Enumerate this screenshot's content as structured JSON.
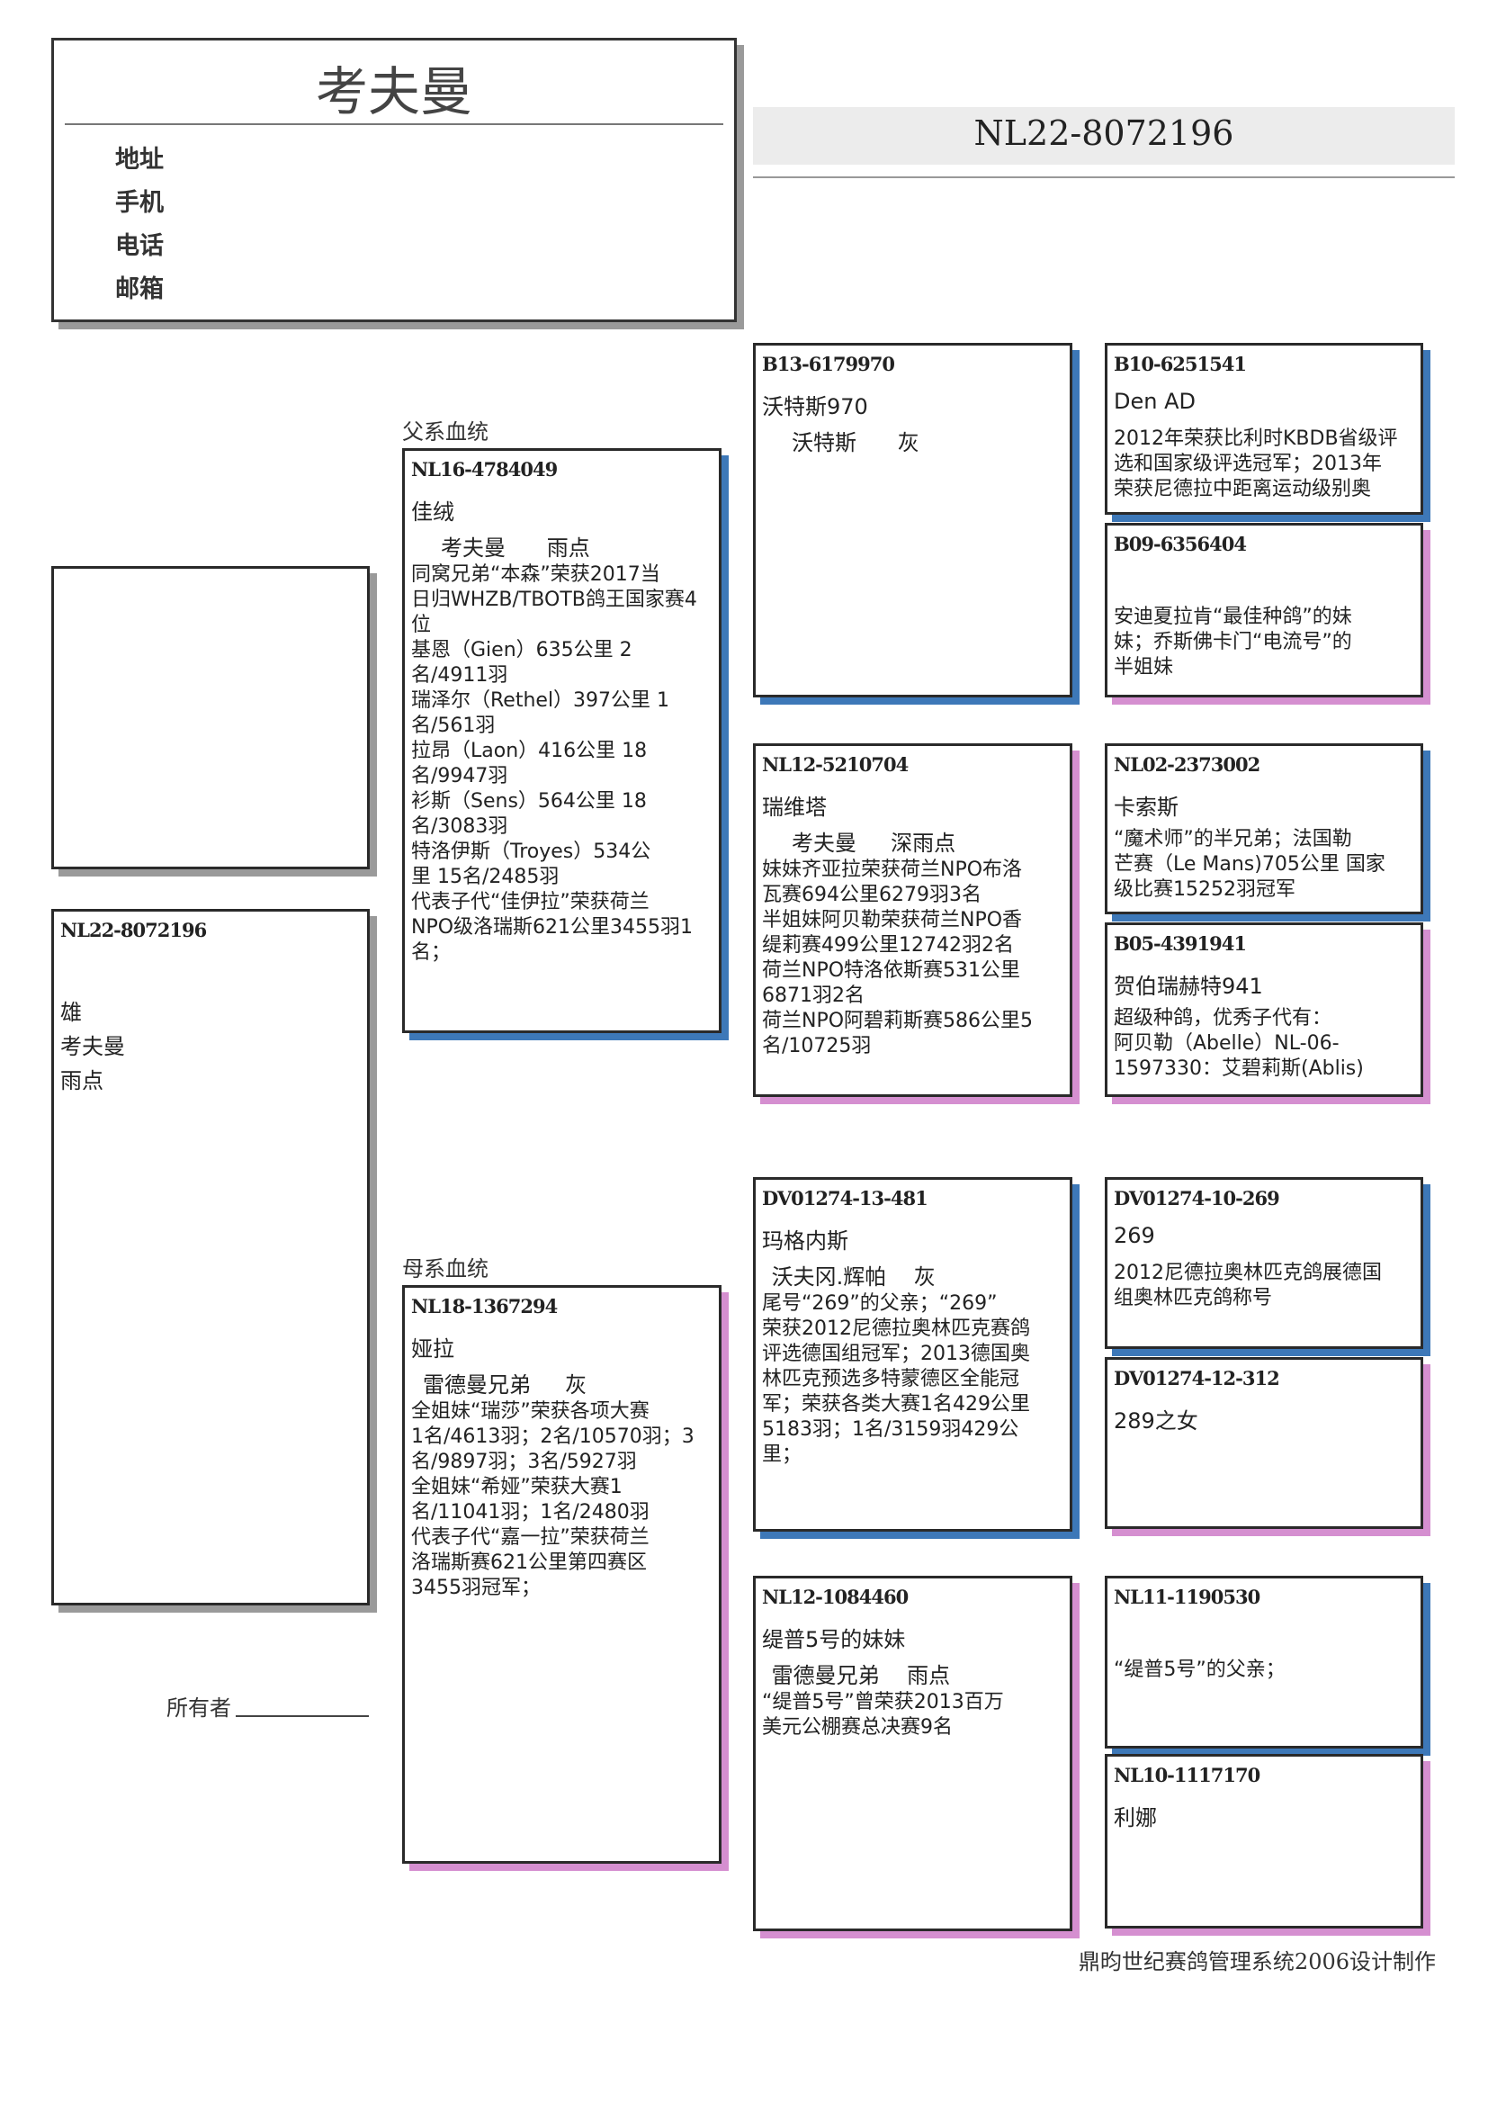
{
  "header": {
    "title": "考夫曼",
    "fields": [
      "地址",
      "手机",
      "电话",
      "邮箱"
    ]
  },
  "ring_banner": "NL22-8072196",
  "subject": {
    "ring": "NL22-8072196",
    "sex": "雄",
    "breeder": "考夫曼",
    "color": "雨点"
  },
  "owner_label": "所有者",
  "sire_label": "父系血统",
  "dam_label": "母系血统",
  "sire": {
    "ring": "NL16-4784049",
    "name": "佳绒",
    "breed": "考夫曼      雨点",
    "remarks": "同窝兄弟“本森”荣获2017当\n日归WHZB/TBOTB鸽王国家赛4\n位\n基恩（Gien）635公里   2\n名/4911羽\n瑞泽尔（Rethel）397公里  1\n名/561羽\n拉昂（Laon）416公里  18\n名/9947羽\n衫斯（Sens）564公里  18\n名/3083羽\n特洛伊斯（Troyes）534公\n里  15名/2485羽\n代表子代“佳伊拉”荣获荷兰\nNPO级洛瑞斯621公里3455羽1\n名；"
  },
  "dam": {
    "ring": "NL18-1367294",
    "name": "娅拉",
    "breed": "雷德曼兄弟     灰",
    "remarks": "全姐妹“瑞莎”荣获各项大赛\n1名/4613羽；2名/10570羽；3\n名/9897羽；3名/5927羽\n全姐妹“希娅”荣获大赛1\n名/11041羽；1名/2480羽\n代表子代“嘉一拉”荣获荷兰\n洛瑞斯赛621公里第四赛区\n3455羽冠军；"
  },
  "ss": {
    "ring": "B13-6179970",
    "name": "沃特斯970",
    "breed": "沃特斯      灰",
    "remarks": ""
  },
  "sd": {
    "ring": "NL12-5210704",
    "name": "瑞维塔",
    "breed": "考夫曼     深雨点",
    "remarks": "妹妹齐亚拉荣获荷兰NPO布洛\n瓦赛694公里6279羽3名\n半姐妹阿贝勒荣获荷兰NPO香\n缇莉赛499公里12742羽2名\n荷兰NPO特洛依斯赛531公里\n6871羽2名\n荷兰NPO阿碧莉斯赛586公里5\n名/10725羽"
  },
  "ds": {
    "ring": "DV01274-13-481",
    "name": "玛格内斯",
    "breed": " 沃夫冈.辉帕    灰",
    "remarks": "尾号“269”的父亲；“269”\n荣获2012尼德拉奥林匹克赛鸽\n评选德国组冠军；2013德国奥\n林匹克预选多特蒙德区全能冠\n军；荣获各类大赛1名429公里\n5183羽；1名/3159羽429公\n里；"
  },
  "dd": {
    "ring": "NL12-1084460",
    "name": "缇普5号的妹妹",
    "breed": " 雷德曼兄弟    雨点",
    "remarks": "“缇普5号”曾荣获2013百万\n美元公棚赛总决赛9名"
  },
  "sss": {
    "ring": "B10-6251541",
    "name": "Den AD",
    "remarks": "2012年荣获比利时KBDB省级评\n选和国家级评选冠军；2013年\n荣获尼德拉中距离运动级别奥"
  },
  "ssd": {
    "ring": "B09-6356404",
    "name": "",
    "remarks": "安迪夏拉肯“最佳种鸽”的妹\n妹；乔斯佛卡门“电流号”的\n半姐妹"
  },
  "sds": {
    "ring": "NL02-2373002",
    "name": "卡索斯",
    "remarks": "“魔术师”的半兄弟；法国勒\n芒赛（Le Mans)705公里 国家\n级比赛15252羽冠军"
  },
  "sdd": {
    "ring": "B05-4391941",
    "name": "贺伯瑞赫特941",
    "remarks": "超级种鸽，优秀子代有：\n阿贝勒（Abelle）NL-06-\n1597330：艾碧莉斯(Ablis)"
  },
  "dss": {
    "ring": "DV01274-10-269",
    "name": "269",
    "remarks": "2012尼德拉奥林匹克鸽展德国\n组奥林匹克鸽称号"
  },
  "dsd": {
    "ring": "DV01274-12-312",
    "name": "289之女",
    "remarks": ""
  },
  "dds": {
    "ring": "NL11-1190530",
    "name": "",
    "remarks": "“缇普5号”的父亲；"
  },
  "ddd": {
    "ring": "NL10-1117170",
    "name": "利娜",
    "remarks": ""
  },
  "footer": "鼎昀世纪赛鸽管理系统2006设计制作"
}
